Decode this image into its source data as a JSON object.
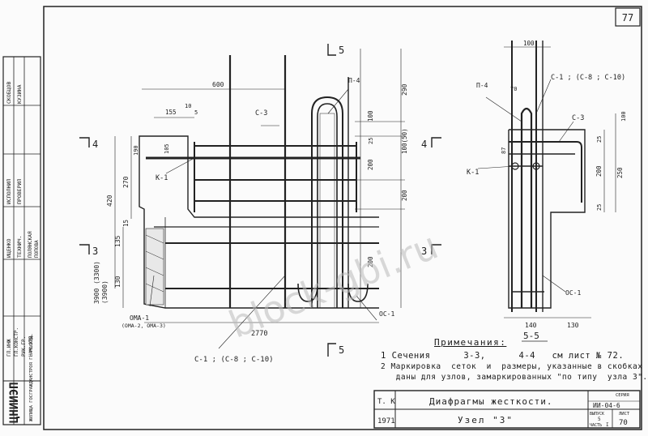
{
  "sheet": {
    "page_number": "77",
    "watermark": "block-gbi.ru",
    "section_marks": {
      "s5": "5",
      "s4": "4",
      "s3": "3"
    },
    "view_title": "5-5"
  },
  "elevation_dims": {
    "d600": "600",
    "d155": "155",
    "d10": "10",
    "d5": "5",
    "d105": "105",
    "d190": "190",
    "d270": "270",
    "d420": "420",
    "d15": "15",
    "d135": "135",
    "d130": "130",
    "d3900": "3900 (3300)",
    "d3900b": "(3900)",
    "d2770": "2770",
    "d290": "290",
    "d100a": "100",
    "d25a": "25",
    "d100b": "100(50)",
    "d200a": "200",
    "d200b": "200",
    "d200c": "200"
  },
  "elevation_labels": {
    "p4": "П-4",
    "c3": "С-3",
    "k1": "К-1",
    "oma1": "ОМА-1",
    "oma_sub": "(ОМА-2, ОМА-3)",
    "oc1": "ОС-1",
    "c1": "С-1 ; (С-8 ; С-10)"
  },
  "section_dims": {
    "d100top": "100",
    "d70": "70",
    "d100side": "100",
    "d25a": "25",
    "d200": "200",
    "d250": "250",
    "d25b": "25",
    "d87": "87",
    "d140": "140",
    "d130": "130"
  },
  "section_labels": {
    "p4": "П-4",
    "c1": "С-1 ; (С-8 ; С-10)",
    "c3": "С-3",
    "k1": "К-1",
    "oc1": "ОС-1"
  },
  "notes": {
    "title": "Примечания:",
    "line1": "1 Сечения      3-3,      4-4   см лист № 72.",
    "line2": "2 Маркировка  сеток  и  размеры, указанные в скобках",
    "line3": "   даны для узлов, замаркированных \"по типу  узла 3\"."
  },
  "title_block": {
    "tk": "Т. К",
    "year": "1971",
    "title": "Диафрагмы  жесткости.",
    "subtitle": "Узел \"3\"",
    "series_label": "СЕРИЯ",
    "series": "ИИ-04-6",
    "issue_label": "ВЫПУСК",
    "issue": "5",
    "part_label": "ЧАСТЬ",
    "part": "I",
    "sheet_label": "ЛИСТ",
    "sheet": "70"
  },
  "side_stamp": {
    "org_logo": "ЦНИИЭП",
    "org_text": "ЖИЛИЩА  ГОСГРАЖДАНСТРОЯ  Г. МОСКВА",
    "rows": [
      "СКОБЦОВ",
      "КУЗИНА",
      "ИСПОЛНИЛ",
      "ПРОВЕРИЛ",
      "ИЦЕНКО",
      "ТЕХНИЧ.",
      "ПОЛЯНСКАЯ",
      "ПОПОВА",
      "ГЛ.ИНЖ",
      "ГЛ.КОНСТР.",
      "РУК.ГР.",
      "НАЧ.ОТД."
    ]
  }
}
